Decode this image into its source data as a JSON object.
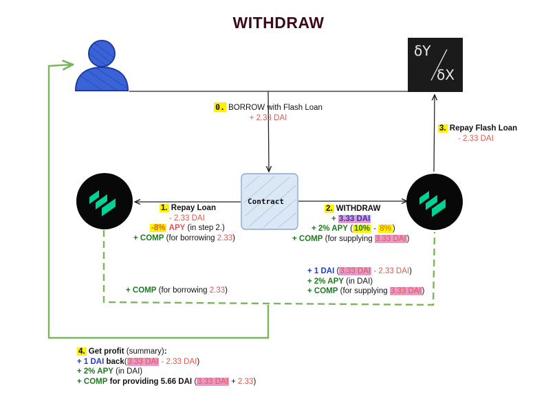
{
  "title": "WITHDRAW",
  "derivative_logo": {
    "top": "δY",
    "bottom": "δX"
  },
  "contract": {
    "label": "Contract"
  },
  "step0": {
    "num": "0.",
    "text": "BORROW with Flash Loan",
    "amount": "+ 2.33 DAI"
  },
  "step3": {
    "num": "3.",
    "text": "Repay Flash Loan",
    "amount": "- 2.33 DAI"
  },
  "step1": {
    "num": "1.",
    "text": "Repay Loan",
    "amount": "- 2.33 DAI",
    "apy_value": "-8%",
    "apy_word": "APY",
    "apy_note": "(in step 2.)",
    "comp_prefix": "+ COMP",
    "comp_note": "(for borrowing",
    "comp_amount": "2.33",
    "close": ")"
  },
  "step2": {
    "num": "2.",
    "text": "WITHDRAW",
    "plus": "+",
    "amount": "3.33 DAI",
    "apy_prefix": "+ 2% APY",
    "open": "(",
    "rate_a": "10%",
    "dash": "-",
    "rate_b": "8%",
    "close": ")",
    "comp_prefix": "+ COMP",
    "comp_note": "(for supplying",
    "comp_amount": "3.33 DAI"
  },
  "right_summary": {
    "dai_prefix": "+ 1 DAI",
    "open": "(",
    "amount_a": "3.33 DAI",
    "minus": "- 2.33 DAI",
    "close": ")",
    "apy": "+ 2% APY",
    "apy_note": "(in DAI)",
    "comp_prefix": "+ COMP",
    "comp_note": "(for supplying",
    "comp_amount": "3.33 DAI"
  },
  "left_summary": {
    "comp_prefix": "+ COMP",
    "comp_note": "(for borrowing",
    "comp_amount": "2.33",
    "close": ")"
  },
  "step4": {
    "num": "4.",
    "text": "Get profit",
    "note": "(summary)",
    "colon": ":",
    "line1_prefix": "+ 1 DAI",
    "line1_word": "back",
    "line1_open": "(",
    "line1_a": "3.33 DAI",
    "line1_b": "- 2.33 DAI",
    "line1_close": ")",
    "line2_prefix": "+ 2% APY",
    "line2_note": "(in DAI)",
    "line3_prefix": "+ COMP",
    "line3_text": "for providing 5.66 DAI",
    "line3_open": "(",
    "line3_a": "3.33 DAI",
    "line3_plus": "+",
    "line3_b": "2.33",
    "line3_close": ")"
  },
  "colors": {
    "arrow_green": "#7ab55c",
    "line_dark": "#333333",
    "user_blue": "#2f57c9",
    "compound_green": "#00d395",
    "title": "#3b0a16"
  },
  "icons": [
    "user-icon",
    "derivative-logo-icon",
    "compound-logo-icon"
  ]
}
